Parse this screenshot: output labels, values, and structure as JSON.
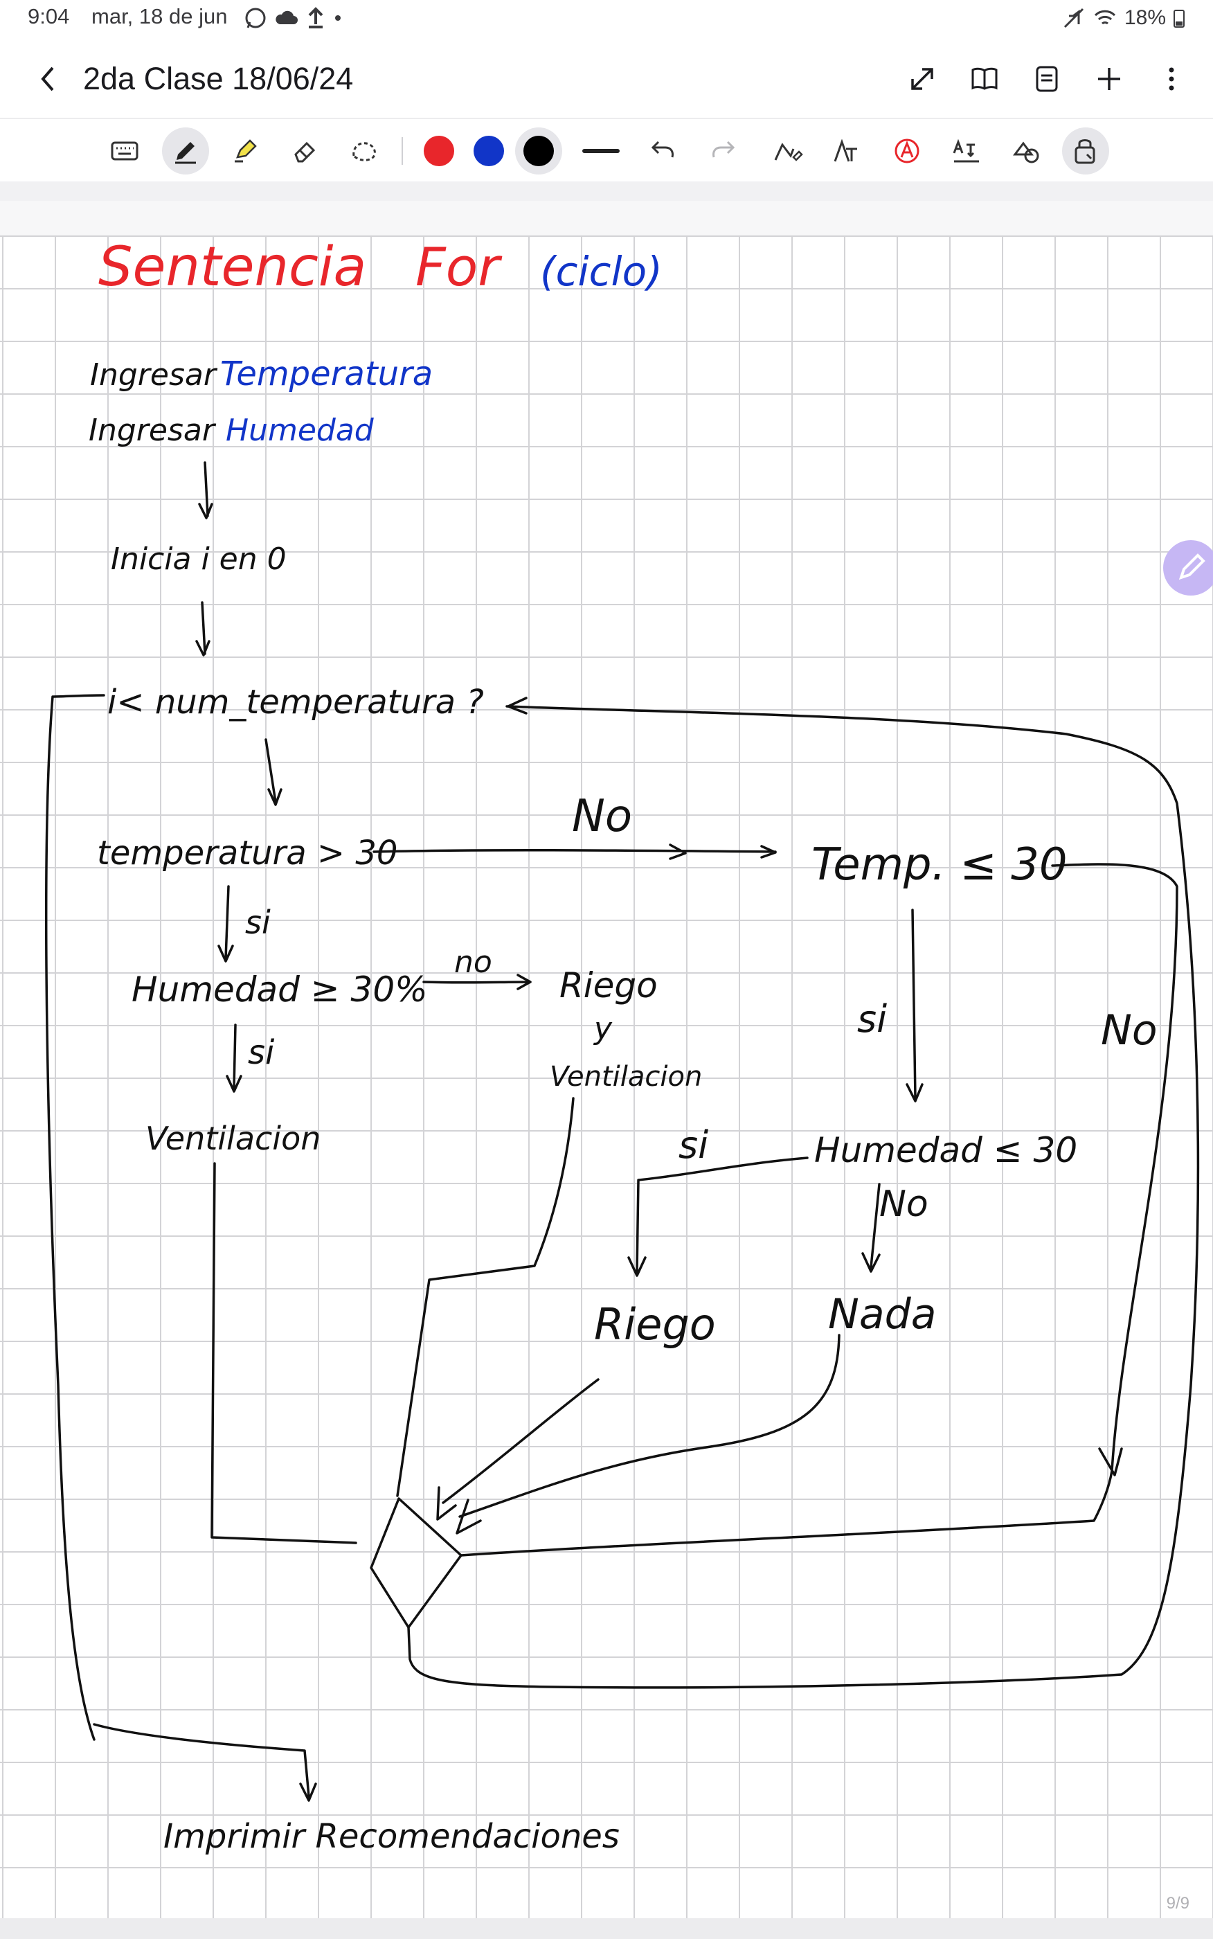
{
  "status_bar": {
    "time": "9:04",
    "date": "mar, 18 de jun",
    "battery": "18%",
    "icons": [
      "whatsapp-icon",
      "cloud-icon",
      "upload-icon",
      "dot-icon",
      "mute-icon",
      "wifi-icon",
      "battery-icon"
    ]
  },
  "header": {
    "title": "2da Clase 18/06/24",
    "icons": [
      "back-icon",
      "expand-icon",
      "book-icon",
      "page-icon",
      "add-icon",
      "more-icon"
    ]
  },
  "toolbar": {
    "tools": [
      "keyboard-icon",
      "pen-icon",
      "highlighter-icon",
      "eraser-icon",
      "lasso-icon",
      "line-thickness-icon",
      "undo-icon",
      "redo-icon",
      "shape-icon",
      "text-icon",
      "spell-icon",
      "text-extract-icon",
      "lasso-shape-icon",
      "lock-icon"
    ],
    "active_tool": "pen-icon",
    "colors": [
      "#e8262b",
      "#1135c8",
      "#000000"
    ],
    "selected_color": "#000000"
  },
  "note": {
    "title_red": "Sentencia",
    "title_for": "For",
    "title_blue": "(ciclo)",
    "line1_black": "Ingresar",
    "line1_blue": "Temperatura",
    "line2_black": "Ingresar",
    "line2_blue": "Humedad",
    "init": "Inicia i en 0",
    "loop_condition": "i< num_temperatura ?",
    "cond_temp_gt": "temperatura > 30",
    "label_no_top": "No",
    "cond_temp_le": "Temp. ≤ 30",
    "label_si_1": "si",
    "cond_hum_ge": "Humedad ≥ 30%",
    "label_no_2": "no",
    "action_riego_vent": "Riego",
    "action_riego_vent_y": "y",
    "action_riego_vent_2": "Ventilacion",
    "label_si_2": "si",
    "action_vent": "Ventilacion",
    "label_si_3": "si",
    "label_no_right": "No",
    "label_si_4": "si",
    "cond_hum_le": "Humedad ≤ 30",
    "label_no_3": "No",
    "action_riego": "Riego",
    "action_nada": "Nada",
    "final": "Imprimir Recomendaciones"
  },
  "page_counter": "9/9",
  "ink_colors": {
    "red": "#e8262b",
    "blue": "#1135c8",
    "black": "#111111"
  }
}
